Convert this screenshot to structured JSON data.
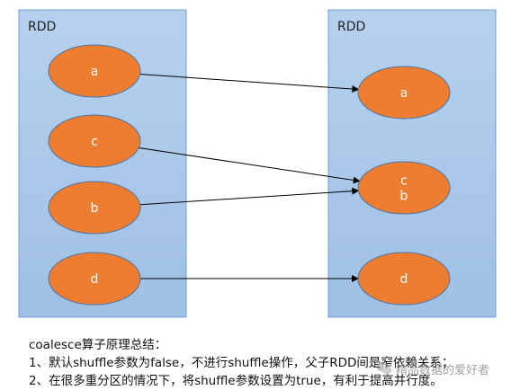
{
  "left_rdd": {
    "title": "RDD",
    "partitions": [
      "a",
      "c",
      "b",
      "d"
    ]
  },
  "right_rdd": {
    "title": "RDD",
    "partitions": [
      {
        "lines": [
          "a"
        ]
      },
      {
        "lines": [
          "c",
          "b"
        ]
      },
      {
        "lines": [
          "d"
        ]
      }
    ]
  },
  "edges": [
    {
      "from": 0,
      "to": 0
    },
    {
      "from": 1,
      "to": 1
    },
    {
      "from": 2,
      "to": 1
    },
    {
      "from": 3,
      "to": 2
    }
  ],
  "caption": {
    "title": "coalesce算子原理总结：",
    "line1": "1、默认shuffle参数为false，不进行shuffle操作，父子RDD间是窄依赖关系；",
    "line2": "2、在很多重分区的情况下，将shuffle参数设置为true，有利于提高并行度。"
  },
  "watermark": {
    "text": "精品数据的爱好者"
  },
  "colors": {
    "box_fill": "#a9c8e8",
    "box_stroke": "#6f9fd0",
    "node_fill": "#ed7d31",
    "node_stroke": "#4a75a8",
    "edge": "#000000"
  }
}
